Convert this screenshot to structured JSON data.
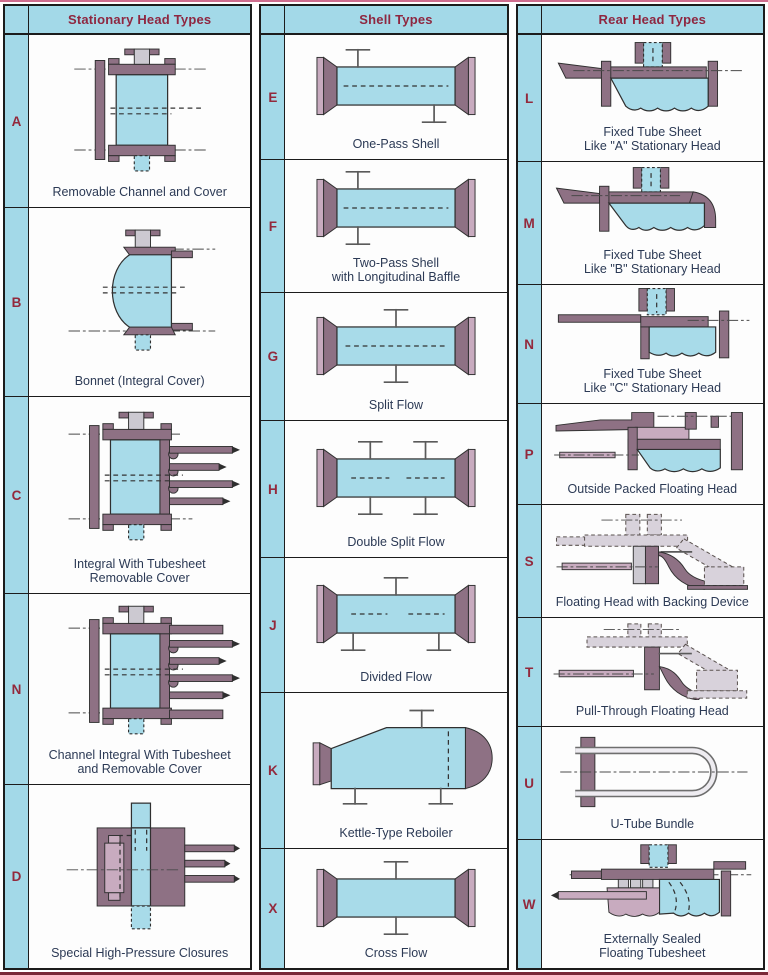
{
  "colors": {
    "cell_cyan": "#a3d9e8",
    "diagram_cyan": "#a8dbe9",
    "flange_mauve": "#8e7184",
    "flange_light_mauve": "#c8abbf",
    "header_red": "#8e2740",
    "letter_red": "#93293c",
    "caption_blue": "#2c3a55",
    "top_line_pink": "#cf6d8e",
    "bottom_line_maroon": "#7b2a38"
  },
  "columns": [
    {
      "header": "Stationary Head Types",
      "rows": [
        {
          "letter": "A",
          "caption": [
            "Removable Channel and Cover"
          ]
        },
        {
          "letter": "B",
          "caption": [
            "Bonnet (Integral Cover)"
          ]
        },
        {
          "letter": "C",
          "caption": [
            "Integral With Tubesheet",
            "Removable Cover"
          ]
        },
        {
          "letter": "N",
          "caption": [
            "Channel Integral With Tubesheet",
            "and Removable Cover"
          ]
        },
        {
          "letter": "D",
          "caption": [
            "Special High-Pressure Closures"
          ]
        }
      ]
    },
    {
      "header": "Shell Types",
      "rows": [
        {
          "letter": "E",
          "caption": [
            "One-Pass Shell"
          ]
        },
        {
          "letter": "F",
          "caption": [
            "Two-Pass Shell",
            "with Longitudinal Baffle"
          ]
        },
        {
          "letter": "G",
          "caption": [
            "Split Flow"
          ]
        },
        {
          "letter": "H",
          "caption": [
            "Double Split Flow"
          ]
        },
        {
          "letter": "J",
          "caption": [
            "Divided Flow"
          ]
        },
        {
          "letter": "K",
          "caption": [
            "Kettle-Type Reboiler"
          ]
        },
        {
          "letter": "X",
          "caption": [
            "Cross Flow"
          ]
        }
      ]
    },
    {
      "header": "Rear Head Types",
      "rows": [
        {
          "letter": "L",
          "caption": [
            "Fixed Tube Sheet",
            "Like \"A\" Stationary Head"
          ]
        },
        {
          "letter": "M",
          "caption": [
            "Fixed Tube Sheet",
            "Like \"B\" Stationary Head"
          ]
        },
        {
          "letter": "N",
          "caption": [
            "Fixed Tube Sheet",
            "Like \"C\" Stationary Head"
          ]
        },
        {
          "letter": "P",
          "caption": [
            "Outside Packed Floating Head"
          ]
        },
        {
          "letter": "S",
          "caption": [
            "Floating Head with Backing Device"
          ]
        },
        {
          "letter": "T",
          "caption": [
            "Pull-Through Floating Head"
          ]
        },
        {
          "letter": "U",
          "caption": [
            "U-Tube Bundle"
          ]
        },
        {
          "letter": "W",
          "caption": [
            "Externally Sealed",
            "Floating Tubesheet"
          ]
        }
      ]
    }
  ]
}
